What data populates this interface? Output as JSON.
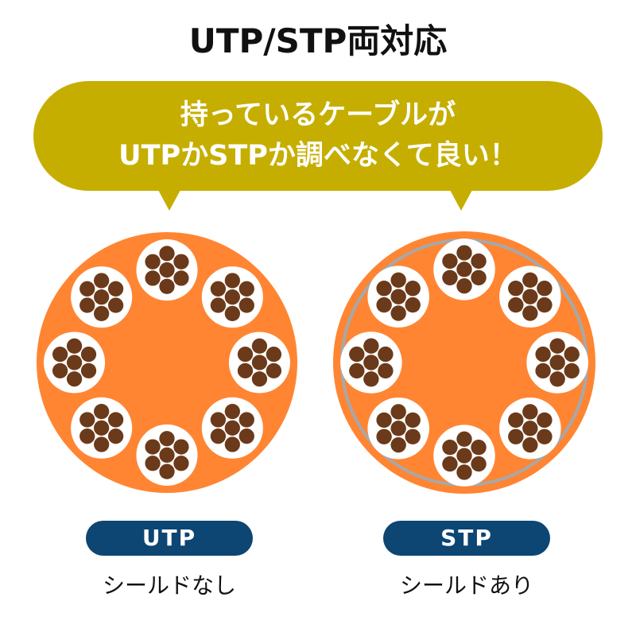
{
  "title": "UTP/STP両対応",
  "bubble": {
    "line1": "持っているケーブルが",
    "line2": "UTPかSTPか調べなくて良い！",
    "color": "#c6ae00"
  },
  "cables": [
    {
      "label": "UTP",
      "description": "シールドなし",
      "shielded": false,
      "pairs": 8,
      "strands_per_pair": 7
    },
    {
      "label": "STP",
      "description": "シールドあり",
      "shielded": true,
      "pairs": 8,
      "strands_per_pair": 7
    }
  ],
  "colors": {
    "jacket": "#ff8533",
    "insulation": "#ffffff",
    "conductor": "#6b3a1a",
    "shield": "#a8a8a8",
    "label_bg": "#0d4573"
  }
}
